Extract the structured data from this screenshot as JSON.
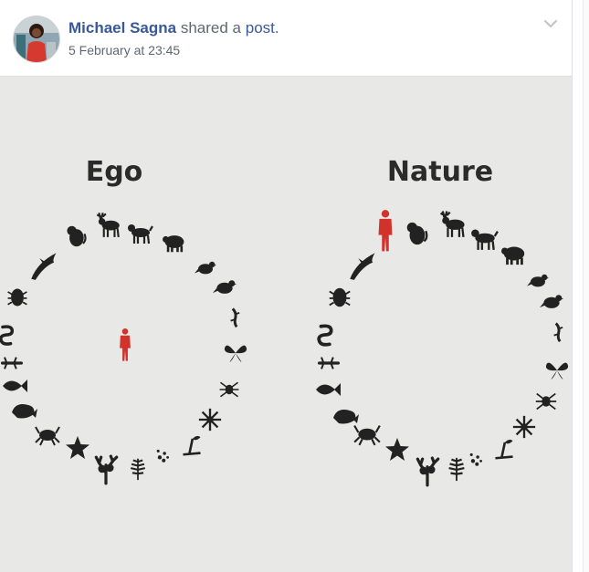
{
  "post": {
    "author": "Michael Sagna",
    "action_text": "shared a",
    "action_link": "post.",
    "timestamp": "5 February at 23:45",
    "menu_icon": "chevron-down-icon"
  },
  "image": {
    "left_caption": "Ego",
    "right_caption": "Nature"
  },
  "colors": {
    "link": "#385898",
    "text_secondary": "#606770",
    "figure_red": "#d1322c",
    "silhouette": "#222222",
    "photo_bg": "#e8e8e6"
  }
}
